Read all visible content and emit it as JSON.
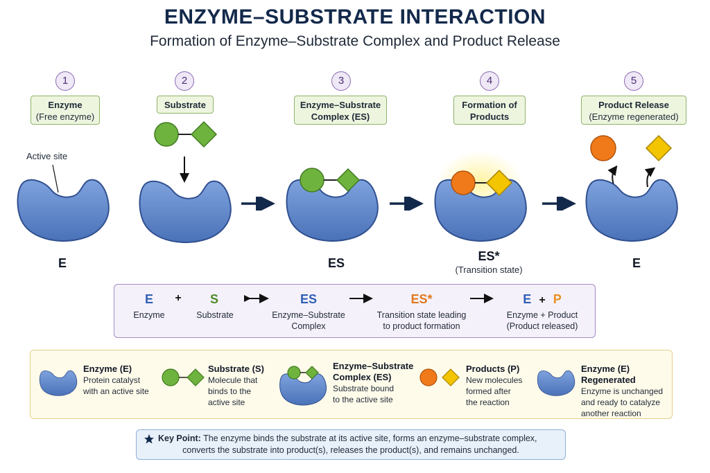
{
  "header": {
    "title": "ENZYME–SUBSTRATE INTERACTION",
    "subtitle": "Formation of Enzyme–Substrate Complex and Product Release"
  },
  "steps": [
    {
      "num": "1",
      "title": "Enzyme",
      "desc": "(Free enzyme)",
      "bottom_label": "E",
      "bottom_sub": ""
    },
    {
      "num": "2",
      "title": "Substrate",
      "desc": "",
      "bottom_label": "",
      "bottom_sub": ""
    },
    {
      "num": "3",
      "title": "Enzyme–Substrate",
      "desc": "Complex (ES)",
      "bottom_label": "ES",
      "bottom_sub": ""
    },
    {
      "num": "4",
      "title": "Formation of",
      "desc": "Products",
      "bottom_label": "ES*",
      "bottom_sub": "(Transition state)"
    },
    {
      "num": "5",
      "title": "Product Release",
      "desc": "(Enzyme regenerated)",
      "bottom_label": "E",
      "bottom_sub": ""
    }
  ],
  "annotations": {
    "active_site": "Active site"
  },
  "equation": {
    "terms": [
      {
        "symbol": "E",
        "label": "Enzyme",
        "label2": "",
        "color": "#2f5fb3"
      },
      {
        "symbol": "S",
        "label": "Substrate",
        "label2": "",
        "color": "#4f8a2a"
      },
      {
        "symbol": "ES",
        "label": "Enzyme–Substrate",
        "label2": "Complex",
        "color": "#2f5fb3"
      },
      {
        "symbol": "ES*",
        "label": "Transition state leading",
        "label2": "to product formation",
        "color": "#e07a1f"
      },
      {
        "symbol_e": "E",
        "symbol_plus": "+",
        "symbol_p": "P",
        "label": "Enzyme + Product",
        "label2": "(Product released)"
      }
    ],
    "plus": "+"
  },
  "legend": [
    {
      "title": "Enzyme (E)",
      "lines": [
        "Protein catalyst",
        "with an active site"
      ]
    },
    {
      "title": "Substrate (S)",
      "lines": [
        "Molecule that",
        "binds to the",
        "active site"
      ]
    },
    {
      "title": "Enzyme–Substrate",
      "title2": "Complex (ES)",
      "lines": [
        "Substrate bound",
        "to the active site"
      ]
    },
    {
      "title": "Products (P)",
      "lines": [
        "New molecules",
        "formed after",
        "the reaction"
      ]
    },
    {
      "title": "Enzyme (E) Regenerated",
      "lines": [
        "Enzyme is unchanged",
        "and ready to catalyze",
        "another reaction"
      ]
    }
  ],
  "key_point": {
    "label": "Key Point:",
    "line1": "The enzyme binds the substrate at its active site, forms an enzyme–substrate complex,",
    "line2": "converts the substrate into product(s), releases the product(s), and remains unchanged."
  },
  "colors": {
    "enzyme_fill": "#5b84c8",
    "enzyme_stroke": "#2f4f8f",
    "substrate_circle": "#6fb33f",
    "substrate_diamond": "#6fb33f",
    "product_circle": "#f07a1a",
    "product_diamond": "#f3c400",
    "arrow": "#13294b"
  }
}
